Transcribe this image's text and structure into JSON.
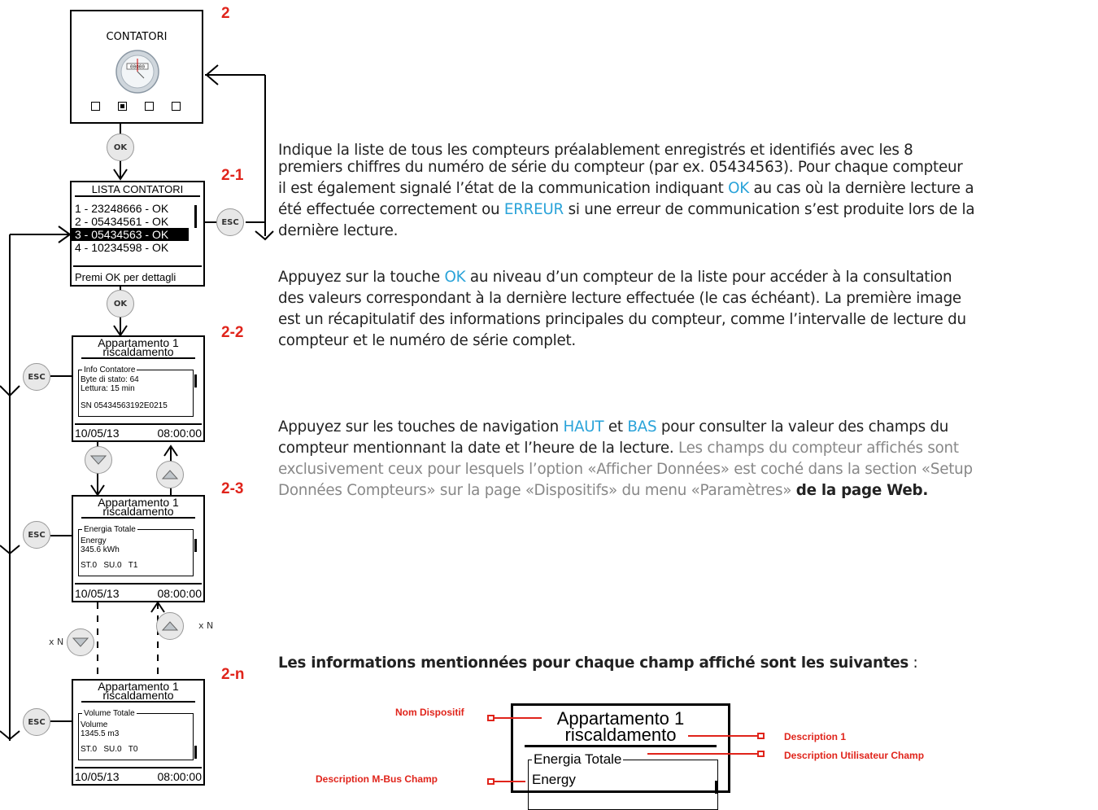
{
  "steps": {
    "s2": "2",
    "s21": "2-1",
    "s22": "2-2",
    "s23": "2-3",
    "s2n": "2-n"
  },
  "screen_contatori": {
    "title": "CONTATORI",
    "gauge_text": "00000"
  },
  "screen_lista": {
    "title": "LISTA CONTATORI",
    "items": [
      "1 - 23248666 - OK",
      "2 - 05434561 - OK",
      "3 - 05434563 - OK",
      "4 - 10234598 - OK"
    ],
    "selected_index": 2,
    "footer": "Premi OK per dettagli"
  },
  "screen_22": {
    "title1": "Appartamento 1",
    "title2": "riscaldamento",
    "group": "Info Contatore",
    "line1": "Byte di stato: 64",
    "line2": "Lettura: 15 min",
    "sn": "SN 05434563192E0215",
    "date": "10/05/13",
    "time": "08:00:00"
  },
  "screen_23": {
    "title1": "Appartamento 1",
    "title2": "riscaldamento",
    "group": "Energia Totale",
    "line1": "Energy",
    "line2": "345.6 kWh",
    "status": "ST.0   SU.0   T1",
    "date": "10/05/13",
    "time": "08:00:00"
  },
  "screen_2n": {
    "title1": "Appartamento 1",
    "title2": "riscaldamento",
    "group": "Volume Totale",
    "line1": "Volume",
    "line2": "1345.5 m3",
    "status": "ST.0   SU.0   T0",
    "date": "10/05/13",
    "time": "08:00:00"
  },
  "buttons": {
    "ok": "OK",
    "esc": "ESC",
    "xn": "x N"
  },
  "text": {
    "p1a": "Indique la liste de tous les compteurs préalablement enregistrés et identifiés avec les 8",
    "p1b": "premiers chiffres du numéro de série du compteur (par ex. 05434563). Pour chaque compteur",
    "p1c_1": "il est également signalé l’état de la communication indiquant ",
    "ok": "OK",
    "p1c_2": " au cas où la dernière lecture a",
    "p1d_1": "été effectuée correctement ou ",
    "erreur": "ERREUR",
    "p1d_2": " si une erreur de communication s’est produite lors de la",
    "p1e": "dernière lecture.",
    "p2a_1": "Appuyez sur la touche ",
    "p2a_2": " au niveau d’un compteur de la liste pour accéder à la consultation",
    "p2b": "des valeurs correspondant à la dernière lecture effectuée (le cas échéant). La première image",
    "p2c": "est un récapitulatif des informations principales du compteur, comme l’intervalle de lecture du",
    "p2d": "compteur et le numéro de série complet.",
    "p3a_1": "Appuyez sur les touches de navigation ",
    "haut": "HAUT",
    "et": " et ",
    "bas": "BAS",
    "p3a_2": " pour consulter la valeur des champs du",
    "p3b_1": "compteur mentionnant la date et l’heure de la lecture.",
    "p3b_2": " Les champs du compteur affichés sont",
    "p3c": "exclusivement ceux pour lesquels l’option «Afficher Données» est coché dans la section «Setup",
    "p3d_1": "Données Compteurs» sur la page «Dispositifs» du menu «Paramètres» ",
    "p3d_2": "de la page Web.",
    "p4_bold": "Les informations mentionnées pour chaque champ affiché sont les suivantes",
    "p4_rest": " :"
  },
  "legend": {
    "nom": "Nom Dispositif",
    "desc1": "Description 1",
    "descuser": "Description Utilisateur Champ",
    "descmbus": "Description M-Bus Champ",
    "title1": "Appartamento 1",
    "title2": "riscaldamento",
    "group": "Energia Totale",
    "line1": "Energy"
  },
  "colors": {
    "accent_blue": "#2aa3d9",
    "label_red": "#e0241b",
    "grey_text": "#888888"
  }
}
